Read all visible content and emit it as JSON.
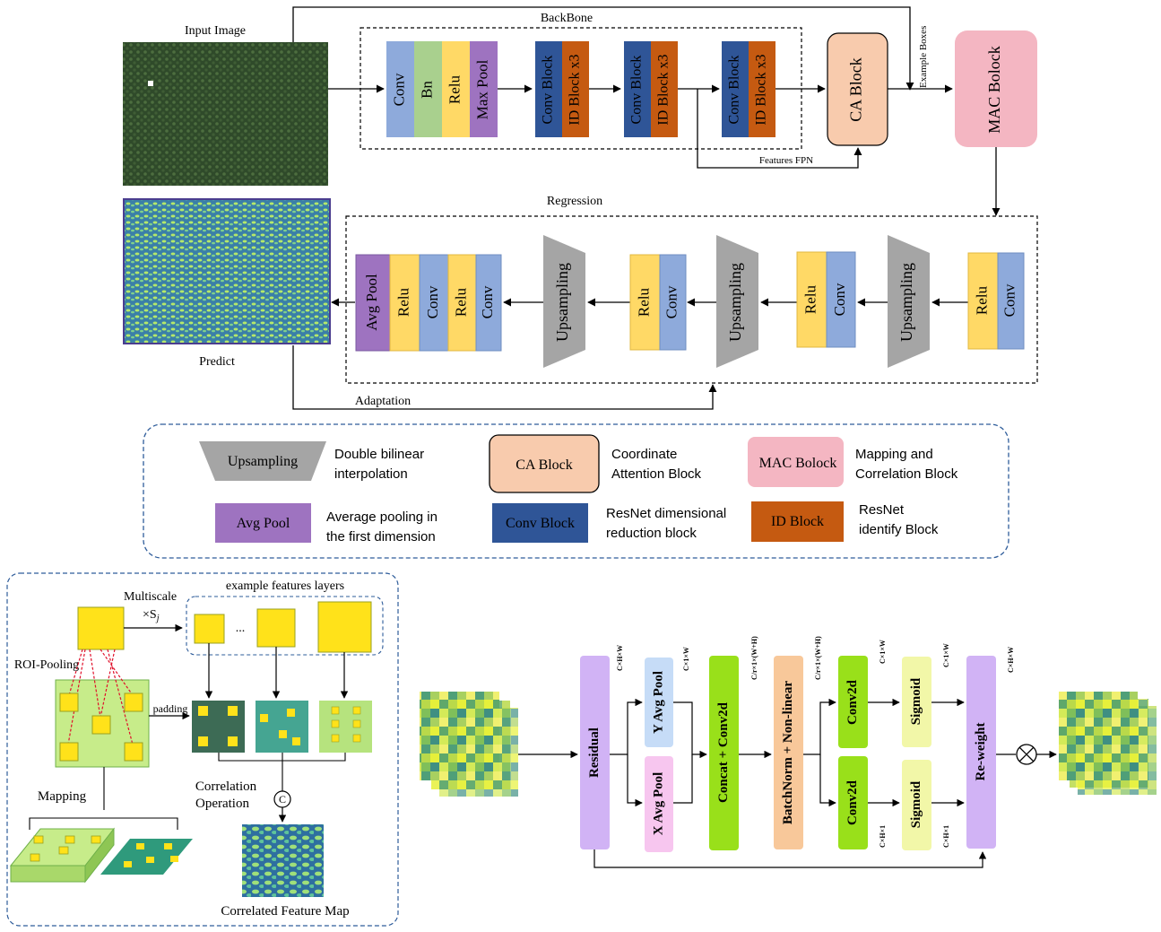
{
  "labels": {
    "input_image": "Input Image",
    "backbone": "BackBone",
    "example_boxes": "Example Boxes",
    "features_fpn": "Features FPN",
    "regression": "Regression",
    "predict": "Predict",
    "adaptation": "Adaptation"
  },
  "backbone_blocks": {
    "conv": "Conv",
    "bn": "Bn",
    "relu": "Relu",
    "max_pool": "Max Pool",
    "conv_block": "Conv Block",
    "id_block": "ID Block x3"
  },
  "ca_block": "CA Block",
  "mac_block": "MAC Bolock",
  "regression_blocks": {
    "avg_pool": "Avg Pool",
    "relu": "Relu",
    "conv": "Conv",
    "upsampling": "Upsampling"
  },
  "legend": {
    "upsampling": {
      "name": "Upsampling",
      "desc1": "Double bilinear",
      "desc2": "interpolation"
    },
    "ca": {
      "name": "CA Block",
      "desc1": "Coordinate",
      "desc2": "Attention Block"
    },
    "mac": {
      "name": "MAC Bolock",
      "desc1": "Mapping and",
      "desc2": "Correlation Block"
    },
    "avg_pool": {
      "name": "Avg Pool",
      "desc1": "Average pooling in",
      "desc2": "the first dimension"
    },
    "conv_block": {
      "name": "Conv Block",
      "desc1": "ResNet dimensional",
      "desc2": "reduction block"
    },
    "id_block": {
      "name": "ID Block",
      "desc1": "ResNet",
      "desc2": "identify Block"
    }
  },
  "mac_panel": {
    "multiscale": "Multiscale",
    "scale": "×S",
    "scale_sub": "j",
    "example_layers": "example features layers",
    "ellipsis": "...",
    "roi_pooling": "ROI-Pooling",
    "padding": "padding",
    "mapping": "Mapping",
    "correlation_1": "Correlation",
    "correlation_2": "Operation",
    "concat_symbol": "C",
    "correlated_map": "Correlated Feature Map"
  },
  "ca_panel": {
    "residual": "Residual",
    "y_avg_pool": "Y Avg Pool",
    "x_avg_pool": "X Avg Pool",
    "concat_conv": "Concat + Conv2d",
    "bn_nonlinear": "BatchNorm + Non-linear",
    "conv2d": "Conv2d",
    "sigmoid": "Sigmoid",
    "reweight": "Re-weight",
    "dim_chw": "C×H×W",
    "dim_c1w": "C×1×W",
    "dim_cr_wh": "C/r×1×(W+H)",
    "dim_ch1": "C×H×1"
  },
  "colors": {
    "conv": "#8eaadb",
    "bn": "#a9d08e",
    "relu": "#ffd966",
    "max_pool": "#9e73c0",
    "conv_block": "#2f5597",
    "id_block": "#c55a11",
    "ca_block": "#f8cbad",
    "mac_block": "#f4b6c2",
    "upsampling": "#a5a5a5",
    "residual": "#d1b3f5",
    "avg_pool_y": "#c6dcf7",
    "avg_pool_x": "#f7c6ef",
    "lime": "#99e01a",
    "bn_nonlin": "#f8c89a",
    "sigmoid": "#f2f7a8",
    "legend_border": "#2e5c9a"
  }
}
